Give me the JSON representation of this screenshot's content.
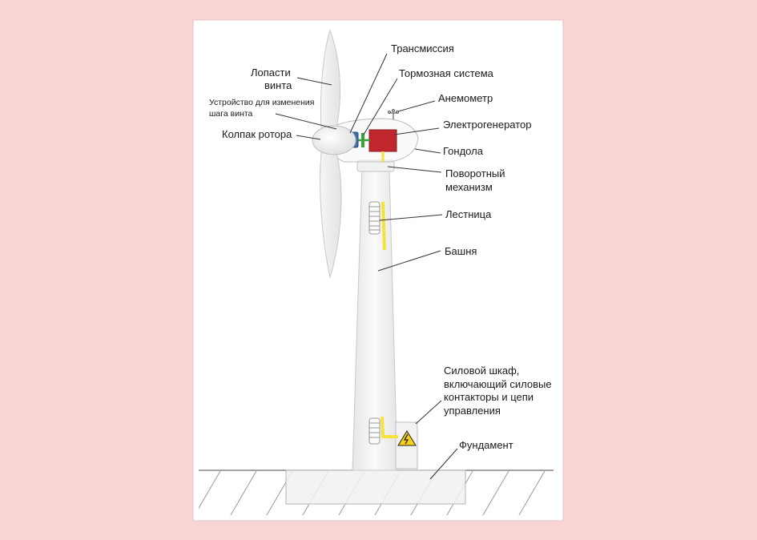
{
  "labels": {
    "transmission": "Трансмиссия",
    "brake_system": "Тормозная система",
    "anemometer": "Анемометр",
    "generator": "Электрогенератор",
    "nacelle": "Гондола",
    "yaw_1": "Поворотный",
    "yaw_2": "механизм",
    "ladder": "Лестница",
    "tower": "Башня",
    "blades_1": "Лопасти",
    "blades_2": "винта",
    "pitch_1": "Устройство для изменения",
    "pitch_2": "шага винта",
    "rotor_cap": "Колпак ротора",
    "cabinet_1": "Силовой шкаф,",
    "cabinet_2": "включающий силовые",
    "cabinet_3": "контакторы и цепи",
    "cabinet_4": "управления",
    "foundation": "Фундамент"
  },
  "colors": {
    "page_bg": "#f9d4d4",
    "card_bg": "#ffffff",
    "turbine_white": "#f4f4f4",
    "generator_red": "#c0272d",
    "gearbox_blue": "#3a6fb0",
    "brake_green": "#3aa335",
    "ladder_yellow": "#f5e33a",
    "warning_yellow": "#f7d117"
  }
}
